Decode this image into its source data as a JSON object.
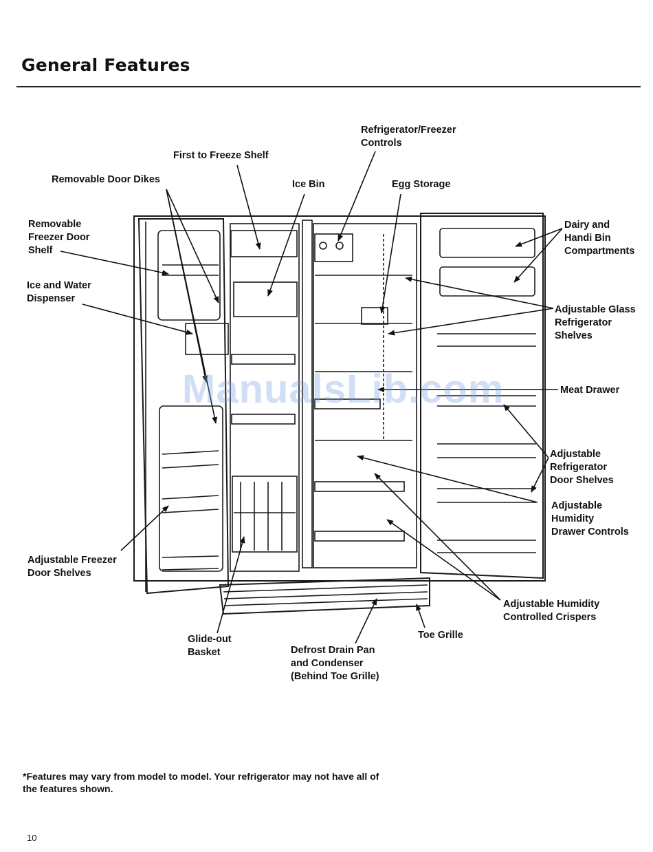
{
  "page": {
    "title": "General Features",
    "page_number": "10",
    "watermark": "ManualsLib.com",
    "footnote_line1": "*Features may vary from model to model. Your refrigerator may not have all of",
    "footnote_line2": "the features shown."
  },
  "labels": {
    "fridge_freezer_controls_1": "Refrigerator/Freezer",
    "fridge_freezer_controls_2": "Controls",
    "first_to_freeze_shelf": "First to Freeze Shelf",
    "removable_door_dikes": "Removable Door Dikes",
    "ice_bin": "Ice Bin",
    "egg_storage": "Egg Storage",
    "removable_freezer_door_shelf_1": "Removable",
    "removable_freezer_door_shelf_2": "Freezer Door",
    "removable_freezer_door_shelf_3": "Shelf",
    "ice_water_dispenser_1": "Ice and Water",
    "ice_water_dispenser_2": "Dispenser",
    "dairy_handi_bin_1": "Dairy and",
    "dairy_handi_bin_2": "Handi Bin",
    "dairy_handi_bin_3": "Compartments",
    "adjustable_glass_shelves_1": "Adjustable Glass",
    "adjustable_glass_shelves_2": "Refrigerator",
    "adjustable_glass_shelves_3": "Shelves",
    "meat_drawer": "Meat Drawer",
    "adj_fridge_door_shelves_1": "Adjustable",
    "adj_fridge_door_shelves_2": "Refrigerator",
    "adj_fridge_door_shelves_3": "Door Shelves",
    "adj_humidity_drawer_controls_1": "Adjustable",
    "adj_humidity_drawer_controls_2": "Humidity",
    "adj_humidity_drawer_controls_3": "Drawer Controls",
    "adj_freezer_door_shelves_1": "Adjustable Freezer",
    "adj_freezer_door_shelves_2": "Door Shelves",
    "adj_humidity_crispers_1": "Adjustable Humidity",
    "adj_humidity_crispers_2": "Controlled Crispers",
    "glide_out_basket_1": "Glide-out",
    "glide_out_basket_2": "Basket",
    "toe_grille": "Toe Grille",
    "defrost_drain_pan_1": "Defrost Drain Pan",
    "defrost_drain_pan_2": "and Condenser",
    "defrost_drain_pan_3": "(Behind Toe Grille)"
  }
}
